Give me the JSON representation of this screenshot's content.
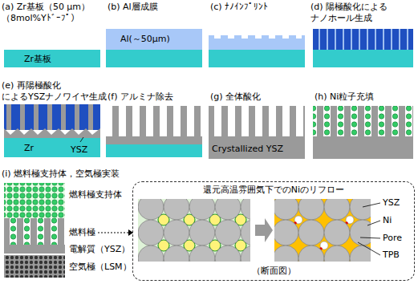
{
  "diagram": {
    "nodes": [
      {
        "text": [
          "還元高温雰囲気下でのNiのリフロー",
          "（断面図）"
        ]
      }
    ],
    "labels": [
      "(a) Zr基板（50 μm） （8mol%Yﾄﾞｰﾌﾟ）",
      "(b) Al層成膜",
      "(c) ﾅﾉｲﾝﾌﾟﾘﾝﾄ",
      "(d) 陽極酸化による ナノホール生成",
      "Zr基板",
      "Al(～50μm)",
      "(e) 再陽極酸化 によるYSZナノワイヤ生成",
      "Zr",
      "YSZ",
      "(f) アルミナ除去",
      "(g) 全体酸化",
      "Crystallized YSZ",
      "(h) Ni粒子充填",
      "(i) 燃料極支持体，空気極実装",
      "燃料極支持体",
      "燃料極",
      "電解質（YSZ）",
      "空気極（LSM）",
      "YSZ",
      "Ni",
      "Pore",
      "TPB"
    ]
  }
}
